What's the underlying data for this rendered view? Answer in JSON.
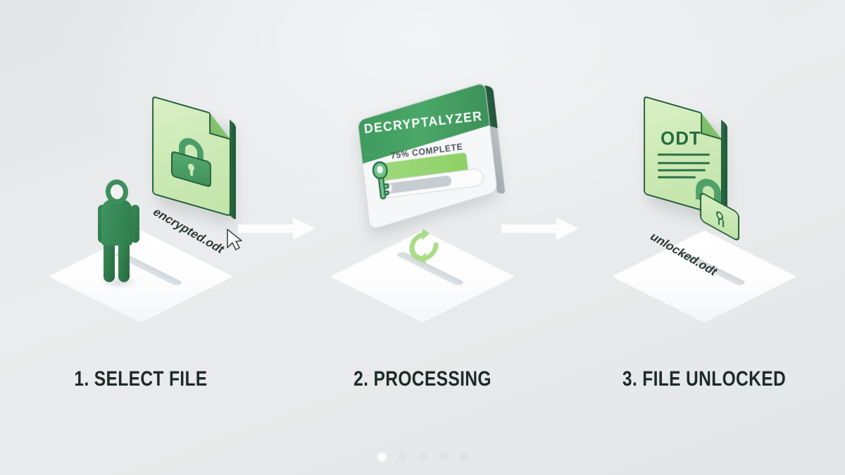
{
  "background": {
    "gradient_from": "#e2e6e8",
    "gradient_to": "#e3e6e8",
    "highlight": "#f3f4f5"
  },
  "theme": {
    "accent_green": "#4aa868",
    "dark_green": "#1f5c38",
    "light_green": "#cdeab6",
    "progress_green": "#9ed97a",
    "platform_white": "#ffffff",
    "caption_color": "#1d2b26"
  },
  "steps": [
    {
      "id": "select-file",
      "caption": "1. SELECT FILE",
      "filename": "encrypted.odt",
      "icon": "locked-file-icon",
      "person": "person-figure",
      "cursor": "mouse-cursor-icon"
    },
    {
      "id": "processing",
      "caption": "2. PROCESSING",
      "app_title": "DECRYPTALYZER",
      "progress_text": "75% COMPLETE",
      "progress_percent": 75,
      "key_icon": "key-icon",
      "refresh_icon": "refresh-arrow-icon"
    },
    {
      "id": "file-unlocked",
      "caption": "3. FILE UNLOCKED",
      "filename": "unlocked.odt",
      "file_type": "ODT",
      "icon": "unlocked-file-icon"
    }
  ],
  "arrows": [
    {
      "id": "arrow-1",
      "name": "step-arrow-right"
    },
    {
      "id": "arrow-2",
      "name": "step-arrow-right"
    }
  ],
  "pagination": {
    "total": 5,
    "active_index": 0
  }
}
